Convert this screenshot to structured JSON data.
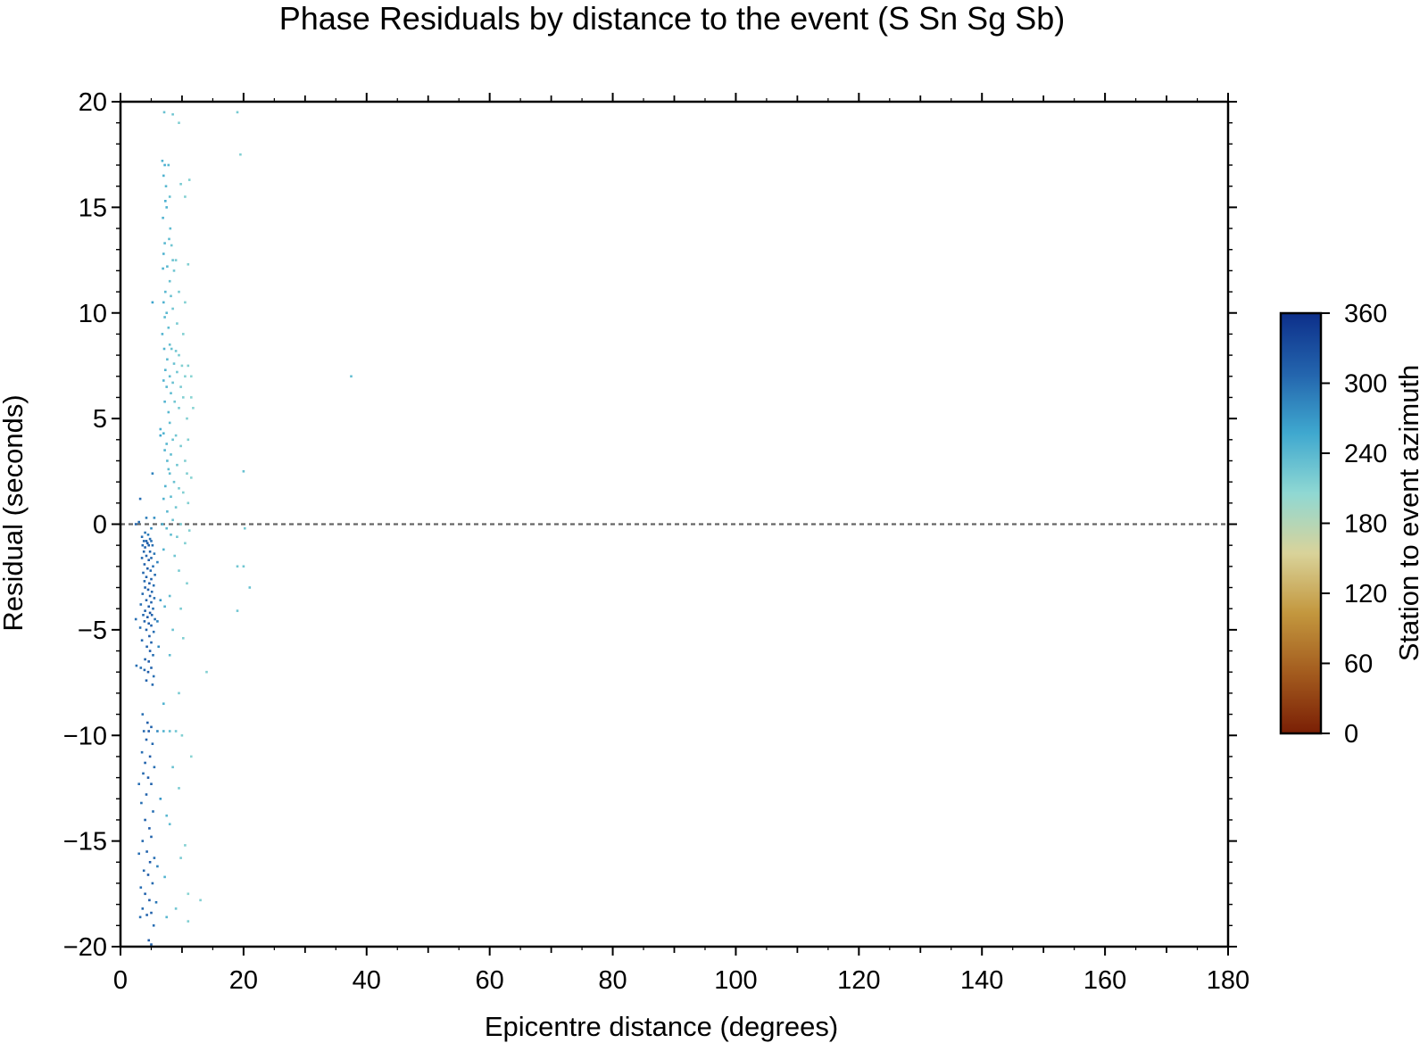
{
  "chart_data": {
    "type": "scatter",
    "title": "Phase Residuals by distance to the event (S Sn Sg Sb)",
    "xlabel": "Epicentre distance (degrees)",
    "ylabel": "Residual (seconds)",
    "xlim": [
      0,
      180
    ],
    "ylim": [
      -20,
      20
    ],
    "xticks": [
      "0",
      "20",
      "40",
      "60",
      "80",
      "100",
      "120",
      "140",
      "160",
      "180"
    ],
    "yticks": [
      "−20",
      "−15",
      "−10",
      "−5",
      "0",
      "5",
      "10",
      "15",
      "20"
    ],
    "zero_line": {
      "y": 0,
      "style": "dashed"
    },
    "grid": false,
    "colorbar": {
      "label": "Station to event azimuth",
      "range": [
        0,
        360
      ],
      "ticks": [
        "0",
        "60",
        "120",
        "180",
        "240",
        "300",
        "360"
      ],
      "placement": "right",
      "colors": [
        "#7a1f05",
        "#a35b1e",
        "#c3973e",
        "#d9d39a",
        "#8fd8d3",
        "#3fa8cf",
        "#2364ad",
        "#0d2f8a"
      ]
    },
    "points": [
      [
        7.1,
        19.5,
        230
      ],
      [
        8.5,
        19.4,
        225
      ],
      [
        19.0,
        19.5,
        220
      ],
      [
        9.5,
        19.0,
        215
      ],
      [
        19.5,
        17.5,
        215
      ],
      [
        6.8,
        17.2,
        245
      ],
      [
        7.2,
        17.0,
        250
      ],
      [
        7.8,
        17.0,
        240
      ],
      [
        7.0,
        16.5,
        245
      ],
      [
        11.2,
        16.3,
        215
      ],
      [
        7.4,
        16.0,
        240
      ],
      [
        9.8,
        16.1,
        220
      ],
      [
        8.0,
        15.5,
        230
      ],
      [
        10.5,
        15.5,
        215
      ],
      [
        7.3,
        15.3,
        250
      ],
      [
        7.5,
        15.0,
        245
      ],
      [
        6.9,
        14.5,
        245
      ],
      [
        8.1,
        14.0,
        235
      ],
      [
        7.9,
        13.5,
        235
      ],
      [
        7.2,
        13.3,
        240
      ],
      [
        8.3,
        13.2,
        225
      ],
      [
        7.0,
        12.8,
        245
      ],
      [
        8.5,
        12.5,
        230
      ],
      [
        9.0,
        12.5,
        220
      ],
      [
        11.0,
        12.3,
        215
      ],
      [
        7.6,
        12.2,
        240
      ],
      [
        6.9,
        12.1,
        245
      ],
      [
        8.7,
        12.0,
        225
      ],
      [
        8.0,
        11.5,
        230
      ],
      [
        7.3,
        11.0,
        240
      ],
      [
        9.5,
        11.0,
        220
      ],
      [
        8.2,
        10.8,
        230
      ],
      [
        5.2,
        10.5,
        260
      ],
      [
        7.0,
        10.5,
        245
      ],
      [
        10.5,
        10.5,
        215
      ],
      [
        8.5,
        10.2,
        225
      ],
      [
        7.5,
        10.0,
        240
      ],
      [
        7.2,
        9.8,
        240
      ],
      [
        9.2,
        9.5,
        220
      ],
      [
        7.8,
        9.3,
        235
      ],
      [
        10.2,
        9.0,
        215
      ],
      [
        6.8,
        9.0,
        245
      ],
      [
        8.0,
        8.5,
        230
      ],
      [
        7.1,
        8.3,
        245
      ],
      [
        8.3,
        8.3,
        230
      ],
      [
        9.0,
        8.2,
        225
      ],
      [
        9.5,
        8.0,
        220
      ],
      [
        7.6,
        7.8,
        240
      ],
      [
        8.7,
        7.6,
        230
      ],
      [
        10.0,
        7.5,
        215
      ],
      [
        11.0,
        7.5,
        215
      ],
      [
        7.3,
        7.3,
        245
      ],
      [
        9.2,
        7.2,
        225
      ],
      [
        8.0,
        7.0,
        235
      ],
      [
        10.5,
        7.0,
        215
      ],
      [
        11.5,
        7.0,
        210
      ],
      [
        37.5,
        7.0,
        235
      ],
      [
        7.0,
        6.8,
        245
      ],
      [
        8.5,
        6.7,
        230
      ],
      [
        9.8,
        6.5,
        220
      ],
      [
        7.5,
        6.5,
        240
      ],
      [
        8.2,
        6.2,
        235
      ],
      [
        10.2,
        6.0,
        215
      ],
      [
        11.5,
        6.0,
        210
      ],
      [
        7.2,
        5.8,
        245
      ],
      [
        8.8,
        5.8,
        225
      ],
      [
        9.5,
        5.5,
        220
      ],
      [
        11.8,
        5.5,
        210
      ],
      [
        7.8,
        5.3,
        240
      ],
      [
        10.8,
        5.0,
        215
      ],
      [
        8.0,
        4.8,
        235
      ],
      [
        6.5,
        4.5,
        250
      ],
      [
        7.0,
        4.3,
        245
      ],
      [
        6.5,
        4.2,
        255
      ],
      [
        9.0,
        4.2,
        225
      ],
      [
        8.5,
        4.0,
        230
      ],
      [
        11.0,
        4.0,
        215
      ],
      [
        7.5,
        3.8,
        240
      ],
      [
        9.8,
        3.7,
        220
      ],
      [
        7.2,
        3.5,
        245
      ],
      [
        8.2,
        3.3,
        235
      ],
      [
        7.6,
        3.0,
        240
      ],
      [
        10.5,
        3.0,
        215
      ],
      [
        9.2,
        2.8,
        225
      ],
      [
        7.8,
        2.6,
        235
      ],
      [
        20.0,
        2.5,
        230
      ],
      [
        5.2,
        2.4,
        285
      ],
      [
        8.0,
        2.4,
        235
      ],
      [
        10.8,
        2.4,
        215
      ],
      [
        11.5,
        2.2,
        210
      ],
      [
        8.7,
        2.0,
        230
      ],
      [
        7.3,
        1.8,
        245
      ],
      [
        9.5,
        1.7,
        220
      ],
      [
        10.2,
        1.5,
        215
      ],
      [
        8.2,
        1.3,
        235
      ],
      [
        3.2,
        1.2,
        300
      ],
      [
        7.0,
        1.2,
        245
      ],
      [
        11.0,
        1.0,
        215
      ],
      [
        9.0,
        0.8,
        225
      ],
      [
        7.6,
        0.6,
        240
      ],
      [
        4.2,
        0.3,
        290
      ],
      [
        5.5,
        0.3,
        275
      ],
      [
        8.5,
        0.2,
        230
      ],
      [
        3.0,
        0.1,
        300
      ],
      [
        2.5,
        0.0,
        305
      ],
      [
        6.8,
        0.0,
        250
      ],
      [
        9.8,
        0.0,
        220
      ],
      [
        20.2,
        -0.2,
        225
      ],
      [
        5.0,
        -0.2,
        280
      ],
      [
        7.5,
        -0.2,
        240
      ],
      [
        11.2,
        -0.3,
        215
      ],
      [
        4.0,
        -0.4,
        295
      ],
      [
        4.5,
        -0.5,
        290
      ],
      [
        8.2,
        -0.5,
        235
      ],
      [
        3.5,
        -0.6,
        300
      ],
      [
        9.2,
        -0.6,
        225
      ],
      [
        4.8,
        -0.7,
        300
      ],
      [
        3.8,
        -0.8,
        305
      ],
      [
        4.2,
        -0.8,
        310
      ],
      [
        5.0,
        -0.8,
        300
      ],
      [
        4.4,
        -0.9,
        315
      ],
      [
        10.5,
        -0.9,
        215
      ],
      [
        3.6,
        -1.0,
        305
      ],
      [
        4.6,
        -1.0,
        310
      ],
      [
        5.2,
        -1.0,
        300
      ],
      [
        4.0,
        -1.1,
        310
      ],
      [
        7.0,
        -1.2,
        245
      ],
      [
        3.8,
        -1.3,
        305
      ],
      [
        4.8,
        -1.3,
        310
      ],
      [
        5.5,
        -1.4,
        295
      ],
      [
        4.2,
        -1.5,
        310
      ],
      [
        8.8,
        -1.5,
        225
      ],
      [
        3.5,
        -1.6,
        305
      ],
      [
        5.0,
        -1.6,
        305
      ],
      [
        4.6,
        -1.7,
        315
      ],
      [
        6.0,
        -1.8,
        285
      ],
      [
        3.9,
        -1.9,
        310
      ],
      [
        5.3,
        -2.0,
        300
      ],
      [
        19.0,
        -2.0,
        225
      ],
      [
        20.0,
        -2.0,
        225
      ],
      [
        4.4,
        -2.1,
        315
      ],
      [
        4.9,
        -2.2,
        305
      ],
      [
        9.5,
        -2.2,
        220
      ],
      [
        3.7,
        -2.3,
        305
      ],
      [
        5.6,
        -2.4,
        300
      ],
      [
        4.2,
        -2.5,
        310
      ],
      [
        5.0,
        -2.6,
        310
      ],
      [
        3.9,
        -2.7,
        305
      ],
      [
        4.7,
        -2.8,
        315
      ],
      [
        10.8,
        -2.8,
        215
      ],
      [
        5.4,
        -2.9,
        300
      ],
      [
        21.0,
        -3.0,
        230
      ],
      [
        4.0,
        -3.0,
        310
      ],
      [
        4.5,
        -3.1,
        315
      ],
      [
        5.1,
        -3.2,
        305
      ],
      [
        3.6,
        -3.3,
        305
      ],
      [
        4.8,
        -3.4,
        315
      ],
      [
        8.0,
        -3.4,
        235
      ],
      [
        5.5,
        -3.5,
        300
      ],
      [
        4.2,
        -3.6,
        310
      ],
      [
        6.5,
        -3.6,
        270
      ],
      [
        5.0,
        -3.7,
        310
      ],
      [
        3.3,
        -3.8,
        300
      ],
      [
        4.6,
        -3.9,
        315
      ],
      [
        7.2,
        -3.9,
        245
      ],
      [
        5.3,
        -4.0,
        300
      ],
      [
        9.8,
        -4.0,
        220
      ],
      [
        19.0,
        -4.1,
        225
      ],
      [
        4.0,
        -4.1,
        310
      ],
      [
        4.8,
        -4.2,
        320
      ],
      [
        3.7,
        -4.3,
        305
      ],
      [
        5.1,
        -4.3,
        310
      ],
      [
        4.4,
        -4.4,
        315
      ],
      [
        2.5,
        -4.5,
        300
      ],
      [
        5.6,
        -4.5,
        300
      ],
      [
        3.9,
        -4.6,
        310
      ],
      [
        6.0,
        -4.6,
        285
      ],
      [
        4.6,
        -4.7,
        315
      ],
      [
        5.0,
        -4.8,
        310
      ],
      [
        3.2,
        -4.9,
        300
      ],
      [
        4.2,
        -5.0,
        310
      ],
      [
        8.5,
        -5.0,
        230
      ],
      [
        5.4,
        -5.1,
        300
      ],
      [
        4.7,
        -5.3,
        315
      ],
      [
        10.2,
        -5.4,
        215
      ],
      [
        3.5,
        -5.5,
        305
      ],
      [
        5.0,
        -5.6,
        310
      ],
      [
        4.3,
        -5.8,
        310
      ],
      [
        6.2,
        -5.8,
        280
      ],
      [
        4.8,
        -6.0,
        315
      ],
      [
        5.3,
        -6.2,
        300
      ],
      [
        8.0,
        -6.2,
        235
      ],
      [
        4.0,
        -6.4,
        310
      ],
      [
        4.6,
        -6.5,
        315
      ],
      [
        2.6,
        -6.7,
        300
      ],
      [
        3.3,
        -6.8,
        300
      ],
      [
        5.0,
        -6.8,
        310
      ],
      [
        3.9,
        -6.9,
        305
      ],
      [
        4.5,
        -7.0,
        315
      ],
      [
        14.0,
        -7.0,
        215
      ],
      [
        5.4,
        -7.2,
        300
      ],
      [
        4.2,
        -7.4,
        310
      ],
      [
        5.2,
        -7.6,
        305
      ],
      [
        9.5,
        -8.0,
        220
      ],
      [
        7.0,
        -8.5,
        245
      ],
      [
        3.6,
        -9.0,
        300
      ],
      [
        4.4,
        -9.4,
        315
      ],
      [
        5.0,
        -9.6,
        310
      ],
      [
        3.8,
        -9.8,
        305
      ],
      [
        4.6,
        -9.8,
        315
      ],
      [
        6.0,
        -9.8,
        280
      ],
      [
        7.0,
        -9.8,
        245
      ],
      [
        8.0,
        -9.8,
        235
      ],
      [
        9.0,
        -9.8,
        225
      ],
      [
        10.0,
        -10.0,
        215
      ],
      [
        4.2,
        -10.2,
        310
      ],
      [
        5.2,
        -10.4,
        305
      ],
      [
        3.5,
        -10.8,
        300
      ],
      [
        4.8,
        -11.0,
        315
      ],
      [
        11.5,
        -11.0,
        210
      ],
      [
        4.0,
        -11.3,
        310
      ],
      [
        5.5,
        -11.5,
        300
      ],
      [
        8.5,
        -11.5,
        230
      ],
      [
        3.7,
        -11.8,
        305
      ],
      [
        4.5,
        -12.0,
        315
      ],
      [
        5.0,
        -12.3,
        310
      ],
      [
        3.0,
        -12.3,
        300
      ],
      [
        9.5,
        -12.5,
        220
      ],
      [
        4.2,
        -12.8,
        310
      ],
      [
        6.5,
        -13.0,
        270
      ],
      [
        3.4,
        -13.2,
        300
      ],
      [
        5.3,
        -13.6,
        300
      ],
      [
        7.5,
        -13.8,
        240
      ],
      [
        4.0,
        -14.0,
        310
      ],
      [
        8.0,
        -14.2,
        235
      ],
      [
        4.7,
        -14.4,
        315
      ],
      [
        5.0,
        -14.8,
        310
      ],
      [
        3.6,
        -15.0,
        305
      ],
      [
        10.5,
        -15.2,
        215
      ],
      [
        4.3,
        -15.5,
        310
      ],
      [
        3.0,
        -15.6,
        300
      ],
      [
        9.8,
        -15.8,
        220
      ],
      [
        5.5,
        -15.8,
        300
      ],
      [
        4.8,
        -16.0,
        315
      ],
      [
        6.0,
        -16.2,
        285
      ],
      [
        3.8,
        -16.4,
        305
      ],
      [
        4.5,
        -16.6,
        315
      ],
      [
        7.2,
        -16.7,
        245
      ],
      [
        5.2,
        -17.0,
        305
      ],
      [
        3.3,
        -17.2,
        300
      ],
      [
        4.0,
        -17.5,
        310
      ],
      [
        11.0,
        -17.5,
        210
      ],
      [
        13.0,
        -17.8,
        215
      ],
      [
        4.7,
        -17.8,
        315
      ],
      [
        5.8,
        -17.9,
        295
      ],
      [
        3.6,
        -18.2,
        305
      ],
      [
        9.0,
        -18.2,
        225
      ],
      [
        4.3,
        -18.5,
        310
      ],
      [
        5.0,
        -18.4,
        310
      ],
      [
        3.2,
        -18.6,
        300
      ],
      [
        7.5,
        -18.6,
        240
      ],
      [
        11.0,
        -18.8,
        215
      ],
      [
        5.4,
        -19.0,
        300
      ],
      [
        4.6,
        -19.7,
        315
      ],
      [
        5.0,
        -19.9,
        310
      ]
    ]
  }
}
